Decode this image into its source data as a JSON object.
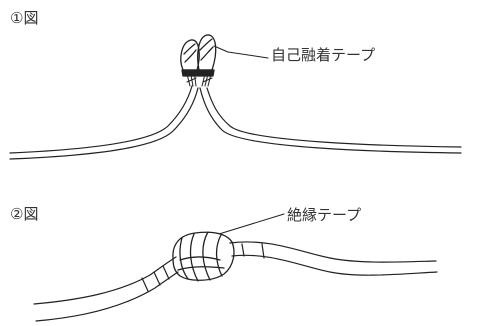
{
  "figure1": {
    "title": "①図",
    "callout": "自己融着テープ"
  },
  "figure2": {
    "title": "②図",
    "callout": "絶縁テープ"
  }
}
